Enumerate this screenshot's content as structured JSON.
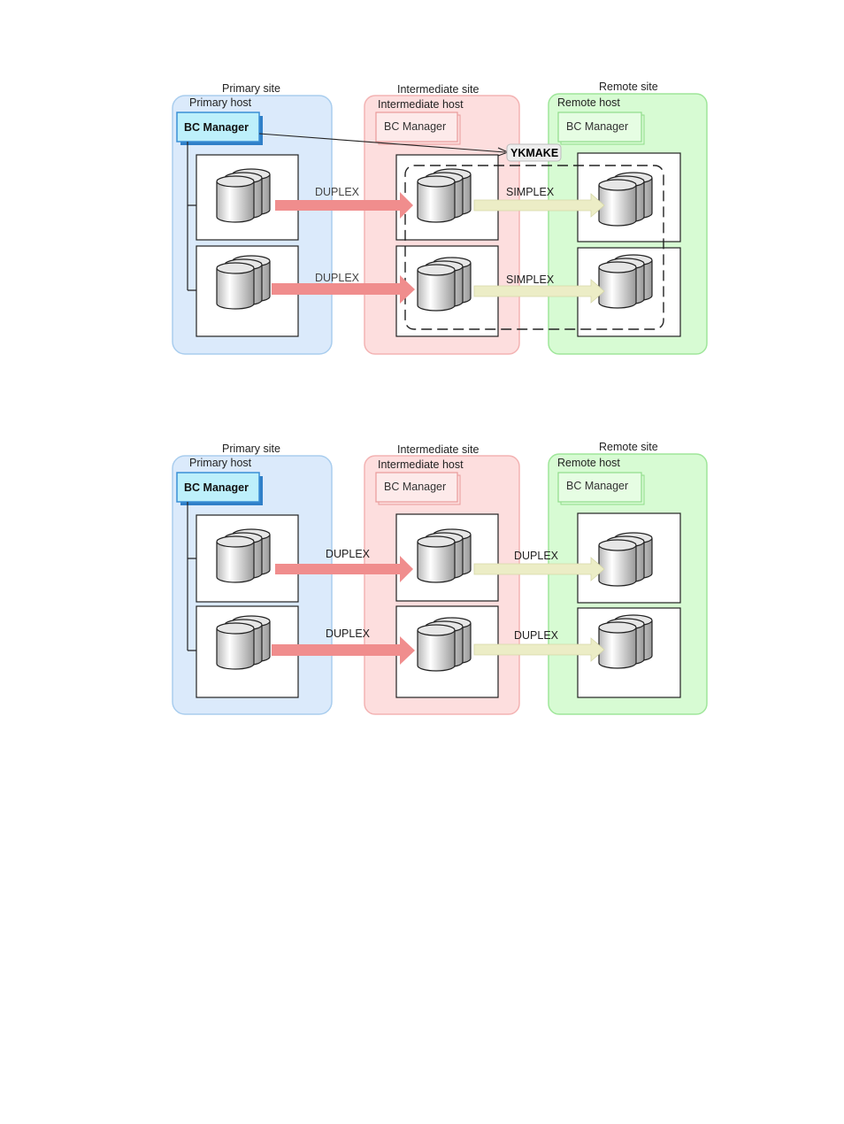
{
  "sites": {
    "primary": {
      "site_label": "Primary site",
      "host_label": "Primary host",
      "manager": "BC Manager"
    },
    "intermediate": {
      "site_label": "Intermediate site",
      "host_label": "Intermediate host",
      "manager": "BC Manager"
    },
    "remote": {
      "site_label": "Remote site",
      "host_label": "Remote host",
      "manager": "BC Manager"
    }
  },
  "diagram1": {
    "command": "YKMAKE",
    "pairs": [
      {
        "first_link": "DUPLEX",
        "second_link": "SIMPLEX"
      },
      {
        "first_link": "DUPLEX",
        "second_link": "SIMPLEX"
      }
    ]
  },
  "diagram2": {
    "pairs": [
      {
        "first_link": "DUPLEX",
        "second_link": "DUPLEX"
      },
      {
        "first_link": "DUPLEX",
        "second_link": "DUPLEX"
      }
    ]
  },
  "colors": {
    "primary_fill": "#dbeafb",
    "primary_stroke": "#a9cdee",
    "intermediate_fill": "#fddede",
    "intermediate_stroke": "#f3b3b3",
    "remote_fill": "#d7fbd3",
    "remote_stroke": "#9fe69a",
    "bc_primary_fill": "#bdf0fb",
    "bc_primary_stroke": "#3a8fd6",
    "red_arrow": "#f08d8d",
    "yellow_arrow": "#ecedc6"
  }
}
